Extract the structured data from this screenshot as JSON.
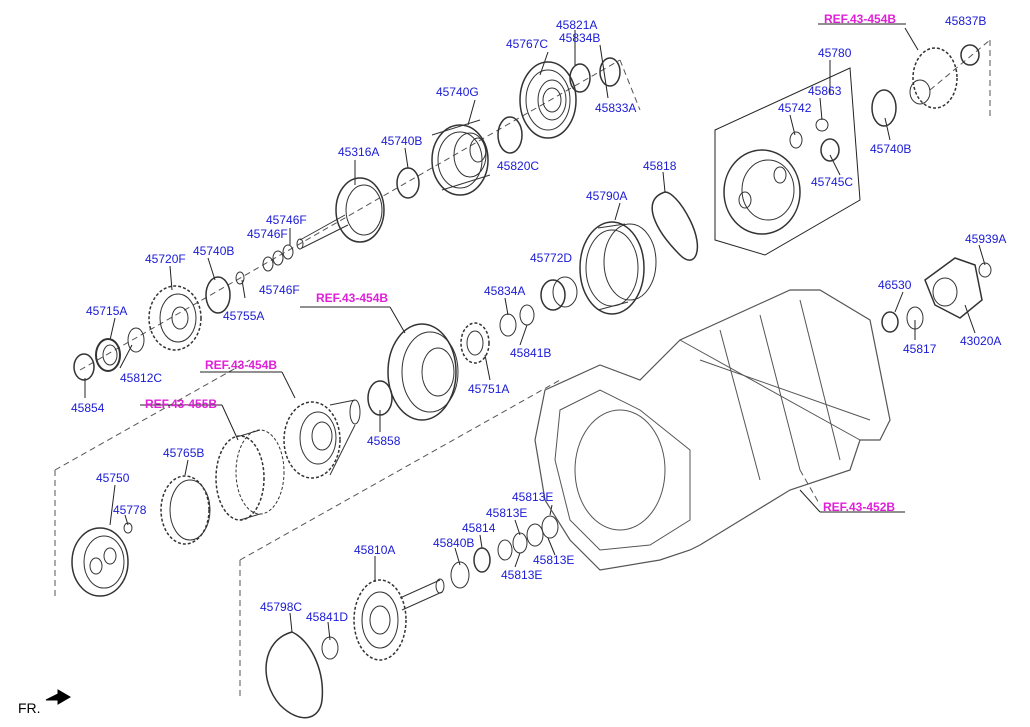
{
  "labels": {
    "p45821A": "45821A",
    "p45834B": "45834B",
    "p45767C": "45767C",
    "p45833A": "45833A",
    "p45740G": "45740G",
    "p45740B_top": "45740B",
    "p45820C": "45820C",
    "p45316A": "45316A",
    "p45746F_a": "45746F",
    "p45746F_b": "45746F",
    "p45746F_c": "45746F",
    "p45720F": "45720F",
    "p45740B_left": "45740B",
    "p45755A": "45755A",
    "p45715A": "45715A",
    "p45812C": "45812C",
    "p45854": "45854",
    "p45818": "45818",
    "p45790A": "45790A",
    "p45772D": "45772D",
    "p45834A": "45834A",
    "p45841B": "45841B",
    "p45751A": "45751A",
    "p45858": "45858",
    "p45765B": "45765B",
    "p45750": "45750",
    "p45778": "45778",
    "p45813E_a": "45813E",
    "p45813E_b": "45813E",
    "p45814": "45814",
    "p45813E_c": "45813E",
    "p45813E_d": "45813E",
    "p45840B": "45840B",
    "p45810A": "45810A",
    "p45798C": "45798C",
    "p45841D": "45841D",
    "p45780": "45780",
    "p45863": "45863",
    "p45742": "45742",
    "p45745C": "45745C",
    "p45837B": "45837B",
    "p45740B_right": "45740B",
    "p45939A": "45939A",
    "p46530": "46530",
    "p45817": "45817",
    "p43020A": "43020A"
  },
  "refs": {
    "ref_454B_top": "REF.43-454B",
    "ref_454B_mid": "REF.43-454B",
    "ref_454B_left": "REF.43-454B",
    "ref_455B": "REF.43-455B",
    "ref_452B": "REF.43-452B"
  },
  "footer": {
    "direction": "FR."
  },
  "colors": {
    "label": "#1a1ad6",
    "ref": "#e020d8",
    "line": "#333333"
  }
}
